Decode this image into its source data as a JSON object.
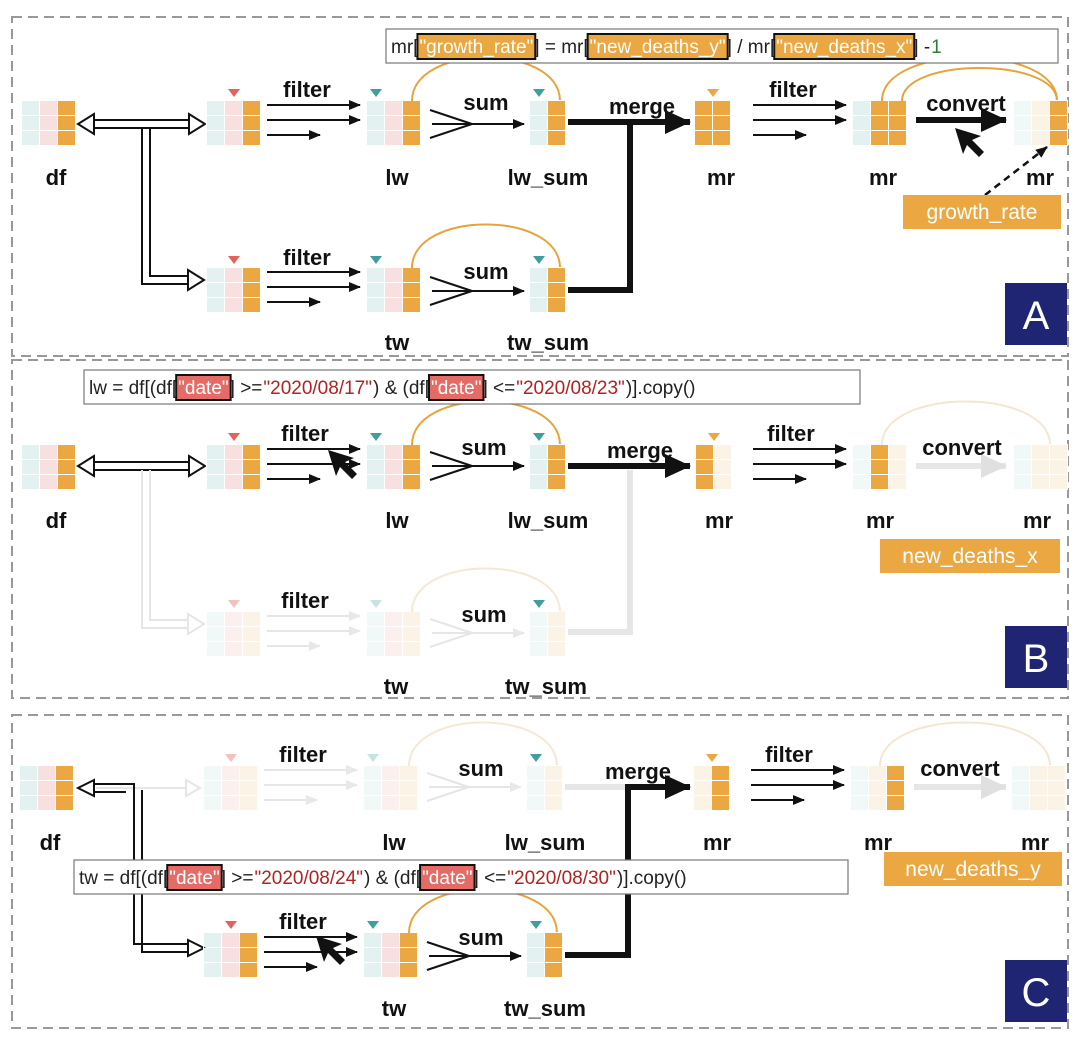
{
  "colors": {
    "orange": "#eba741",
    "orange_line": "#e8a23a",
    "red_marker": "#e0645c",
    "teal_marker": "#3f9e9e",
    "light_teal": "#e3f1f1",
    "light_red": "#f9e0e0",
    "string_red": "#b22222",
    "tag_red": "#e56b67",
    "panel_letter_bg": "#1f2473",
    "border_dash": "#999999"
  },
  "panels": [
    {
      "letter": "A",
      "code_tokens": [
        {
          "t": "mr[",
          "s": "plain"
        },
        {
          "t": "\"growth_rate\"",
          "s": "tag-orange"
        },
        {
          "t": "] = mr[",
          "s": "plain"
        },
        {
          "t": "\"new_deaths_y\"",
          "s": "tag-orange"
        },
        {
          "t": "] / mr[",
          "s": "plain"
        },
        {
          "t": "\"new_deaths_x\"",
          "s": "tag-orange"
        },
        {
          "t": "] - ",
          "s": "plain"
        },
        {
          "t": "1",
          "s": "num"
        }
      ],
      "tag": "growth_rate"
    },
    {
      "letter": "B",
      "code_tokens": [
        {
          "t": "lw = df[(df[",
          "s": "plain"
        },
        {
          "t": "\"date\"",
          "s": "tag-red"
        },
        {
          "t": "] >= ",
          "s": "plain"
        },
        {
          "t": "\"2020/08/17\"",
          "s": "str"
        },
        {
          "t": ") & (df[",
          "s": "plain"
        },
        {
          "t": "\"date\"",
          "s": "tag-red"
        },
        {
          "t": "] <= ",
          "s": "plain"
        },
        {
          "t": "\"2020/08/23\"",
          "s": "str"
        },
        {
          "t": ")].copy()",
          "s": "plain"
        }
      ],
      "tag": "new_deaths_x"
    },
    {
      "letter": "C",
      "code_tokens": [
        {
          "t": "tw = df[(df[",
          "s": "plain"
        },
        {
          "t": "\"date\"",
          "s": "tag-red"
        },
        {
          "t": "] >= ",
          "s": "plain"
        },
        {
          "t": "\"2020/08/24\"",
          "s": "str"
        },
        {
          "t": ") & (df[",
          "s": "plain"
        },
        {
          "t": "\"date\"",
          "s": "tag-red"
        },
        {
          "t": "] <= ",
          "s": "plain"
        },
        {
          "t": "\"2020/08/30\"",
          "s": "str"
        },
        {
          "t": ")].copy()",
          "s": "plain"
        }
      ],
      "tag": "new_deaths_y"
    }
  ],
  "labels": {
    "df": "df",
    "lw": "lw",
    "lw_sum": "lw_sum",
    "tw": "tw",
    "tw_sum": "tw_sum",
    "mr": "mr",
    "filter": "filter",
    "sum": "sum",
    "merge": "merge",
    "convert": "convert"
  },
  "icons": [
    "cursor-arrow-icon",
    "table-icon"
  ]
}
